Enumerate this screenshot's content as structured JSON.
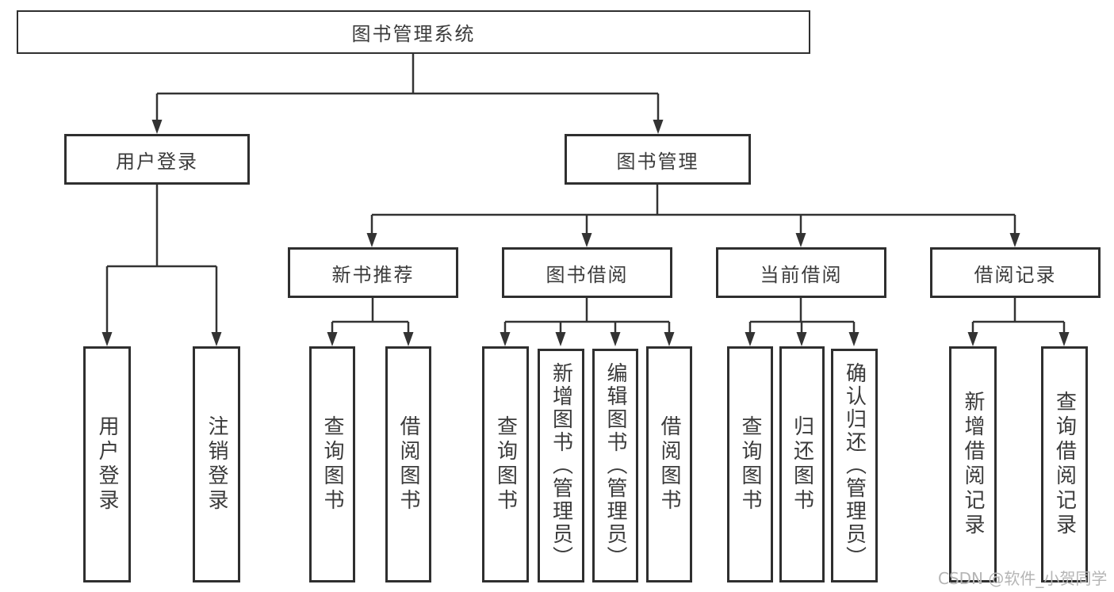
{
  "diagram": {
    "root": "图书管理系统",
    "branches": {
      "user_login": "用户登录",
      "book_mgmt": "图书管理"
    },
    "sections": {
      "new_books": "新书推荐",
      "book_borrow": "图书借阅",
      "current_borrow": "当前借阅",
      "borrow_records": "借阅记录"
    },
    "leaves": {
      "user_login_1": "用户登录",
      "user_login_2": "注销登录",
      "new_books_1": "查询图书",
      "new_books_2": "借阅图书",
      "book_borrow_1": "查询图书",
      "book_borrow_2": "新增图书（管理员）",
      "book_borrow_3": "编辑图书（管理员）",
      "book_borrow_4": "借阅图书",
      "current_borrow_1": "查询图书",
      "current_borrow_2": "归还图书",
      "current_borrow_3": "确认归还（管理员）",
      "borrow_records_1": "新增借阅记录",
      "borrow_records_2": "查询借阅记录"
    }
  },
  "watermark": "CSDN @软件_小贺同学",
  "colors": {
    "line": "#333333",
    "border": "#2f2f2f",
    "text": "#3b3b3b",
    "watermark": "#b5b5b5",
    "background": "#ffffff"
  }
}
